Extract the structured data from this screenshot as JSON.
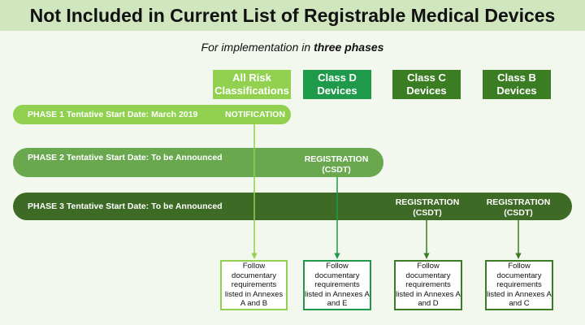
{
  "title": "Not Included in Current List of Registrable Medical Devices",
  "subtitle": {
    "prefix": "For implementation in ",
    "emphasis": "three phases"
  },
  "columns": [
    {
      "label": "All Risk Classifications",
      "color": "#92d050"
    },
    {
      "label": "Class D Devices",
      "color": "#1f9a4a"
    },
    {
      "label": "Class C Devices",
      "color": "#3a7d22"
    },
    {
      "label": "Class B Devices",
      "color": "#3a7d22"
    }
  ],
  "phases": [
    {
      "label": "PHASE 1 Tentative Start Date: March 2019",
      "color": "#92d050"
    },
    {
      "label": "PHASE 2 Tentative Start Date: To be Announced",
      "color": "#6aa84f"
    },
    {
      "label": "PHASE 3 Tentative Start Date: To be Announced",
      "color": "#3d6b26"
    }
  ],
  "stages": {
    "notification": "NOTIFICATION",
    "registration_d": "REGISTRATION (CSDT)",
    "registration_c": "REGISTRATION (CSDT)",
    "registration_b": "REGISTRATION (CSDT)"
  },
  "requirements": [
    {
      "text": "Follow documentary requirements listed in Annexes A and B",
      "color": "#92d050"
    },
    {
      "text": "Follow documentary requirements listed in Annexes A and E",
      "color": "#1f9a4a"
    },
    {
      "text": "Follow documentary requirements listed in Annexes A and D",
      "color": "#3a7d22"
    },
    {
      "text": "Follow documentary requirements listed in Annexes A and C",
      "color": "#3a7d22"
    }
  ]
}
